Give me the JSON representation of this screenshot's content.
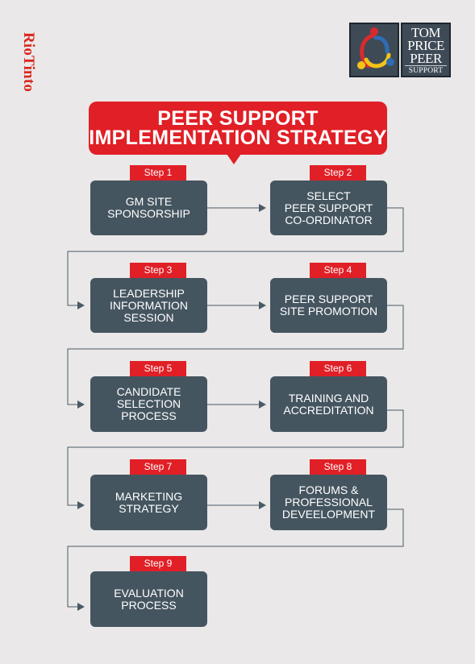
{
  "brand": {
    "name": "RioTinto",
    "color": "#d9261c"
  },
  "logo": {
    "lines": [
      "TOM",
      "PRICE",
      "PEER",
      "SUPPORT"
    ],
    "icon": "peer-figures-logo-icon"
  },
  "banner": {
    "line1": "PEER SUPPORT",
    "line2": "IMPLEMENTATION STRATEGY",
    "color": "#e11f26"
  },
  "steps": [
    {
      "tag": "Step 1",
      "label": "GM SITE\nSPONSORSHIP"
    },
    {
      "tag": "Step 2",
      "label": "SELECT\nPEER SUPPORT\nCO-ORDINATOR"
    },
    {
      "tag": "Step 3",
      "label": "LEADERSHIP\nINFORMATION\nSESSION"
    },
    {
      "tag": "Step 4",
      "label": "PEER SUPPORT\nSITE PROMOTION"
    },
    {
      "tag": "Step 5",
      "label": "CANDIDATE\nSELECTION\nPROCESS"
    },
    {
      "tag": "Step 6",
      "label": "TRAINING AND\nACCREDITATION"
    },
    {
      "tag": "Step 7",
      "label": "MARKETING\nSTRATEGY"
    },
    {
      "tag": "Step 8",
      "label": "FORUMS &\nPROFESSIONAL\nDEVEELOPMENT"
    },
    {
      "tag": "Step 9",
      "label": "EVALUATION\nPROCESS"
    }
  ],
  "colors": {
    "box": "#455560",
    "tag": "#e11f26",
    "connector": "#4a5a66"
  }
}
